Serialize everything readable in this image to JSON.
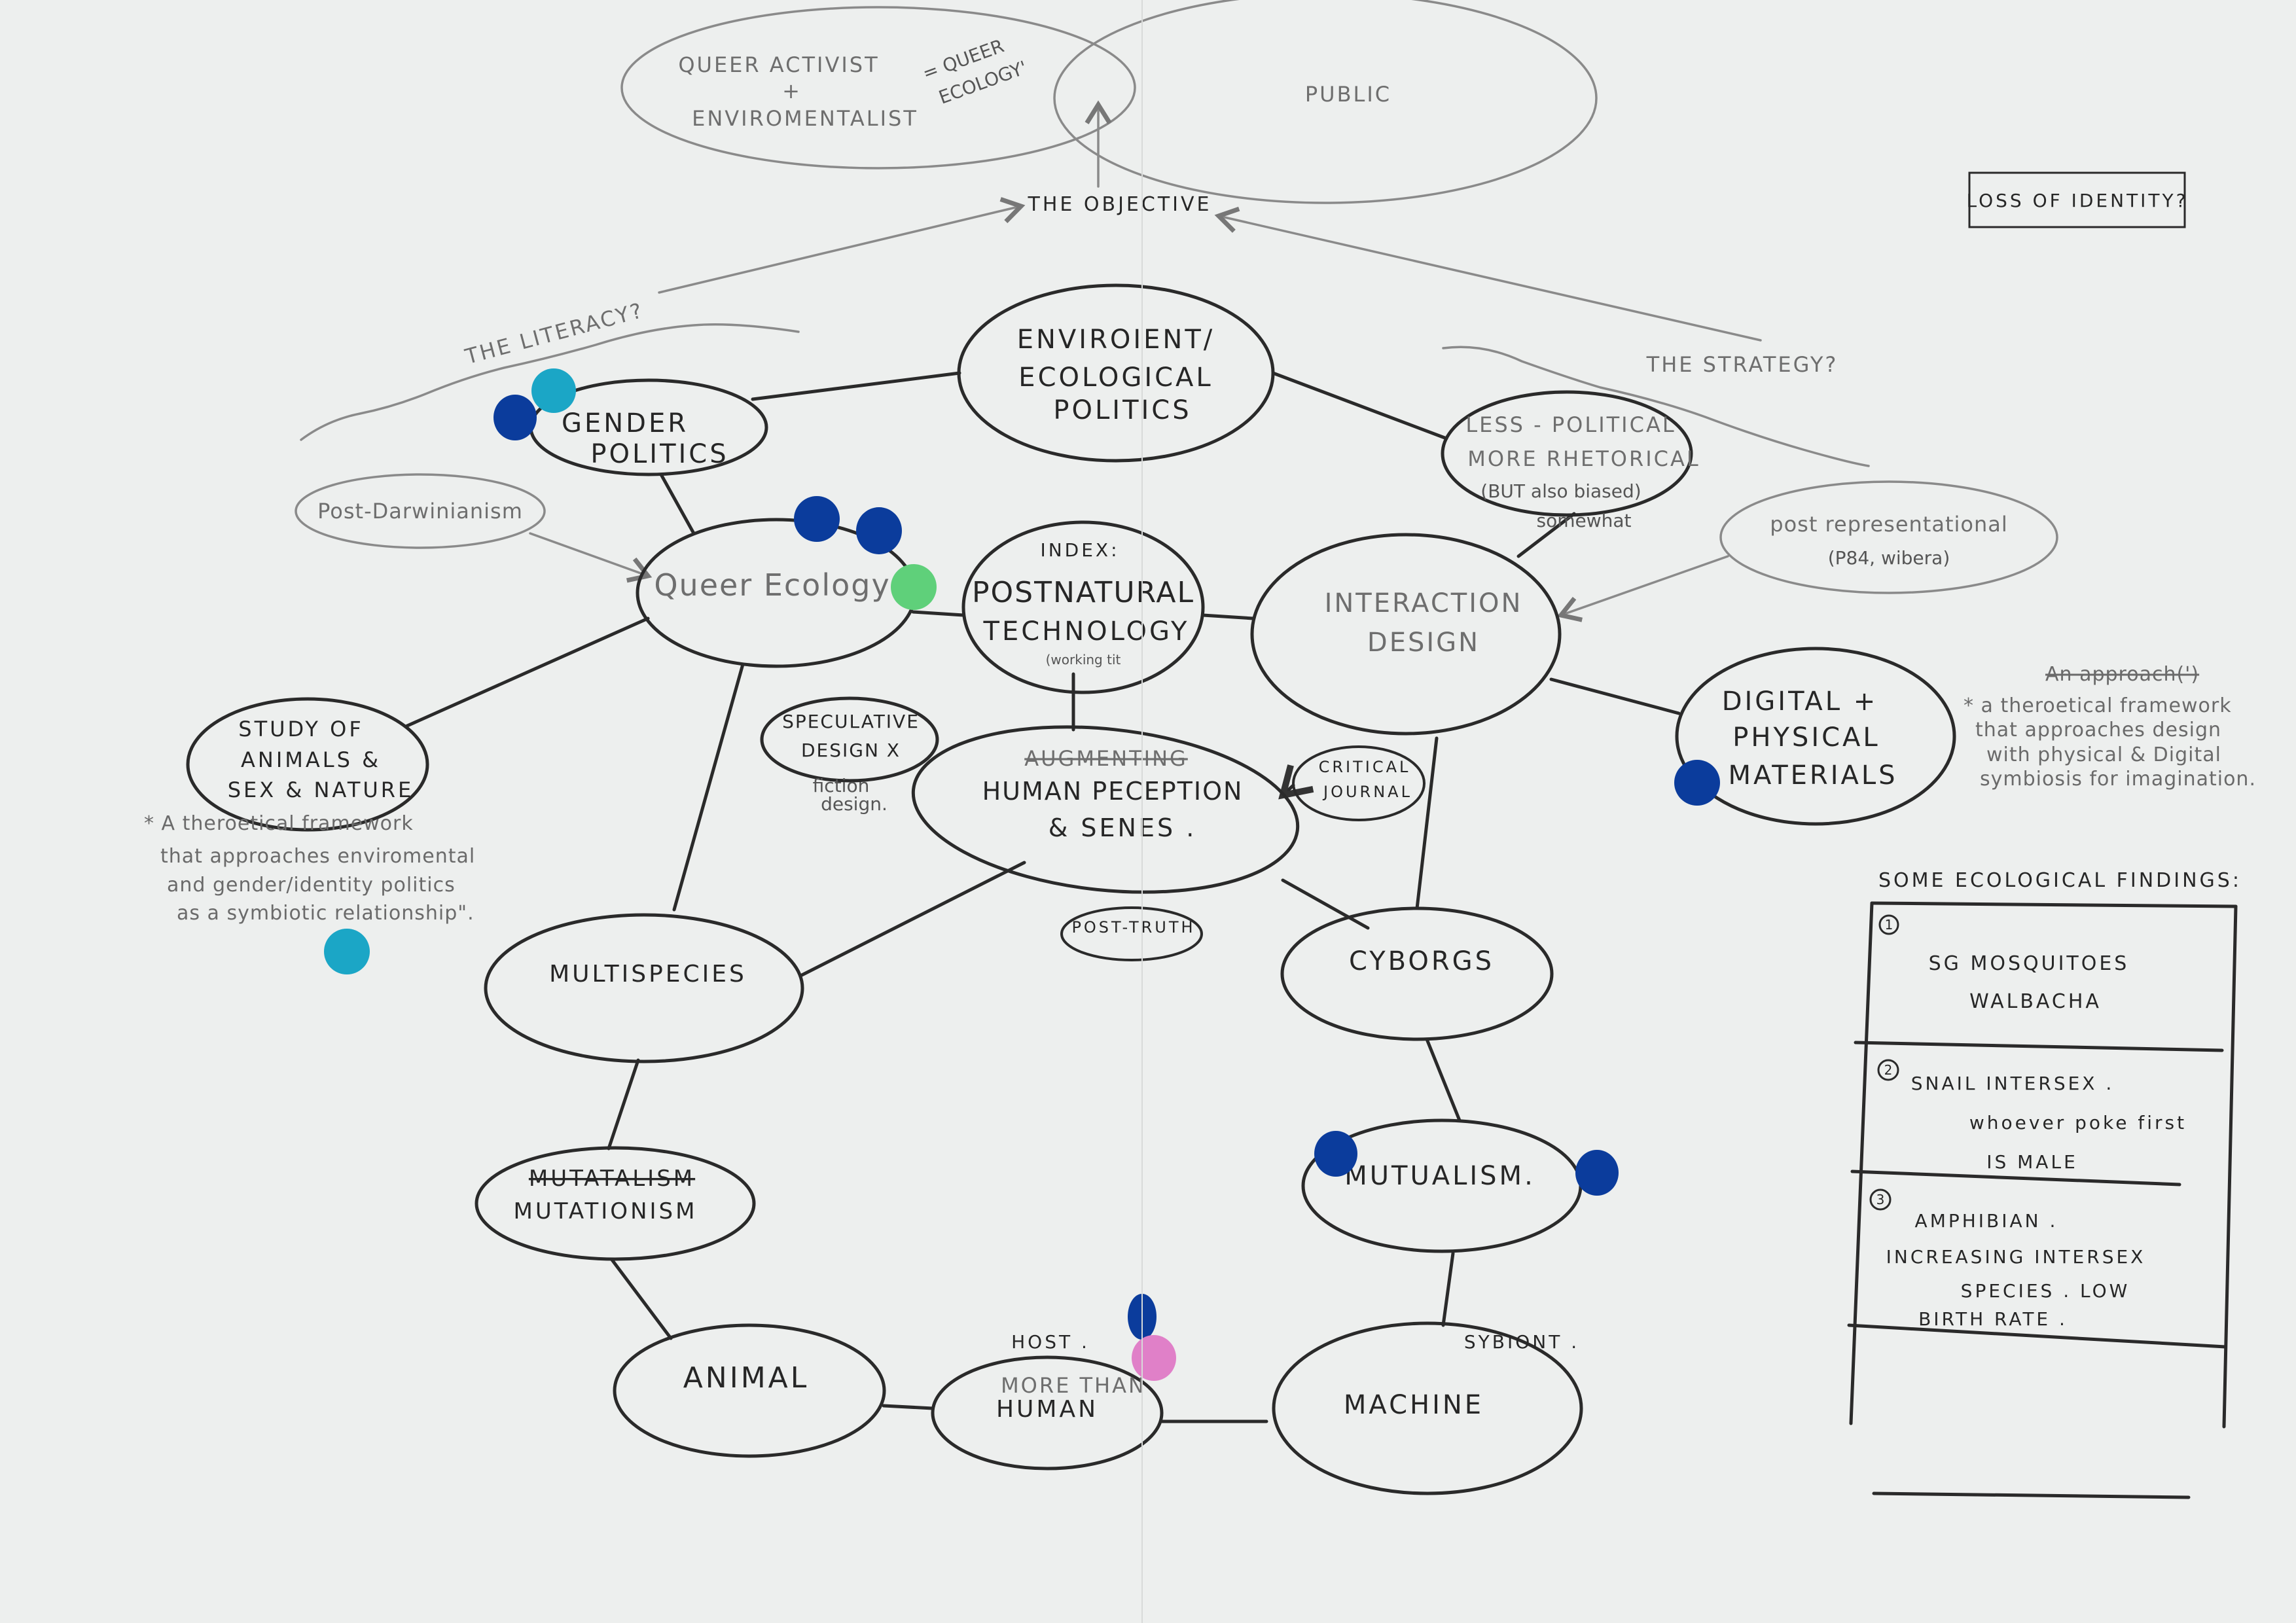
{
  "top": {
    "activist_bubble": [
      "QUEER ACTIVIST",
      "+",
      "ENVIROMENTALIST"
    ],
    "equals_note": [
      "= QUEER",
      "ECOLOGY'"
    ],
    "public": "PUBLIC",
    "objective": "THE OBJECTIVE",
    "literacy": "THE LITERACY?",
    "strategy": "THE STRATEGY?",
    "loss_of_identity": "LOSS OF IDENTITY?"
  },
  "nodes": {
    "environment": [
      "ENVIROIENT/",
      "ECOLOGICAL",
      "POLITICS"
    ],
    "gender_politics": [
      "GENDER",
      "POLITICS"
    ],
    "less_political": [
      "LESS - POLITICAL",
      "MORE RHETORICAL",
      "(BUT also biased)"
    ],
    "somewhat": "somewhat",
    "post_darwinianism": "Post-Darwinianism",
    "queer_ecology": "Queer Ecology",
    "postnatural": [
      "INDEX:",
      "POSTNATURAL",
      "TECHNOLOGY",
      "(working tit"
    ],
    "interaction_design": [
      "INTERACTION",
      "DESIGN"
    ],
    "post_representational": [
      "post representational",
      "(P84, wibera)"
    ],
    "digital_physical": [
      "DIGITAL +",
      "PHYSICAL",
      "MATERIALS"
    ],
    "study_animals": [
      "STUDY OF",
      "ANIMALS &",
      "SEX & NATURE"
    ],
    "speculative_design": [
      "SPECULATIVE",
      "DESIGN X"
    ],
    "fiction_design": [
      "fiction",
      "design."
    ],
    "human_perception": [
      "AUGMENTING",
      "HUMAN PECEPTION",
      "& SENES ."
    ],
    "critical_journal": [
      "CRITICAL",
      "JOURNAL"
    ],
    "post_truth": "POST-TRUTH",
    "multispecies": "MULTISPECIES",
    "cyborgs": "CYBORGS",
    "mutationism": [
      "MUTATALISM",
      "MUTATIONISM"
    ],
    "mutualism": "MUTUALISM.",
    "animal": "ANIMAL",
    "more_than_human": [
      "MORE THAN",
      "HUMAN"
    ],
    "machine": "MACHINE",
    "host": "HOST .",
    "sybiont": "SYBIONT ."
  },
  "notes": {
    "left_framework": [
      "* A theroetical framework",
      "that approaches enviromental",
      "and gender/identity politics",
      "as a symbiotic relationship\"."
    ],
    "right_struck": "An approach(')",
    "right_framework": [
      "* a theroetical framework",
      "that approaches design",
      "with physical & Digital",
      "symbiosis for imagination."
    ]
  },
  "findings": {
    "title": "SOME ECOLOGICAL FINDINGS:",
    "items": [
      {
        "num": "1",
        "lines": [
          "SG MOSQUITOES",
          "WALBACHA"
        ]
      },
      {
        "num": "2",
        "lines": [
          "SNAIL INTERSEX .",
          "whoever poke first",
          "IS MALE"
        ]
      },
      {
        "num": "3",
        "lines": [
          "AMPHIBIAN .",
          "INCREASING INTERSEX",
          "SPECIES . LOW",
          "BIRTH RATE ."
        ]
      }
    ]
  },
  "colors": {
    "paper": "#edefee",
    "pen": "#2a2a2a",
    "pencil": "#8a8a8a",
    "dot_blue": "#0b3c9c",
    "dot_cyan": "#1ba6c6",
    "dot_green": "#5fd07a",
    "dot_pink": "#e080c8"
  }
}
